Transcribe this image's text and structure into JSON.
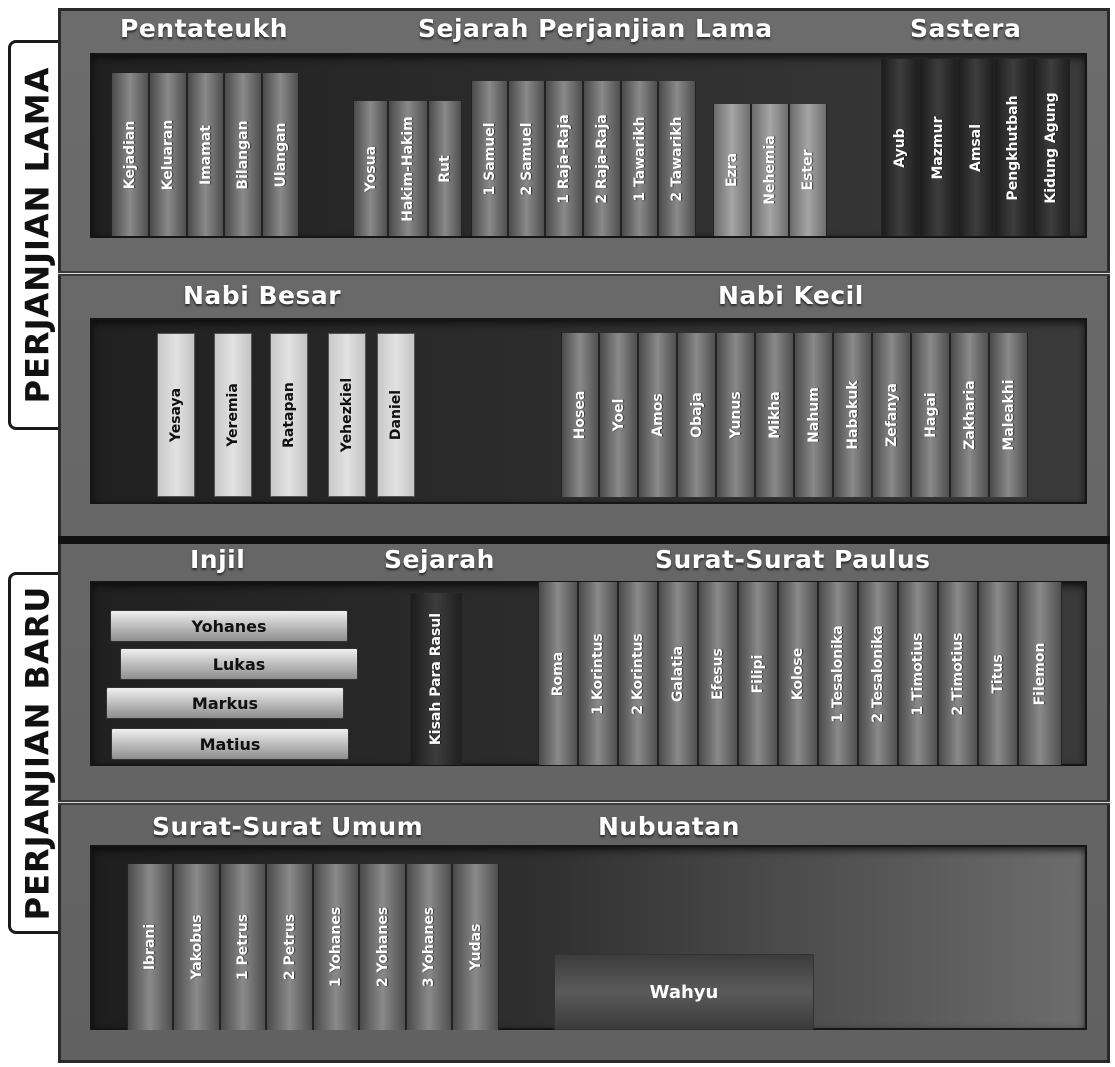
{
  "side_labels": {
    "top": "PERJANJIAN LAMA",
    "bottom": "PERJANJIAN BARU"
  },
  "titles": {
    "pentateukh": "Pentateukh",
    "sejarah_pl": "Sejarah Perjanjian Lama",
    "sastera": "Sastera",
    "nabi_besar": "Nabi Besar",
    "nabi_kecil": "Nabi Kecil",
    "injil": "Injil",
    "sejarah_pb": "Sejarah",
    "paulus": "Surat-Surat Paulus",
    "umum": "Surat-Surat Umum",
    "nubuatan": "Nubuatan"
  },
  "books": {
    "pentateukh": [
      "Kejadian",
      "Keluaran",
      "Imamat",
      "Bilangan",
      "Ulangan"
    ],
    "sejarah_pl_a": [
      "Yosua",
      "Hakim-Hakim",
      "Rut"
    ],
    "sejarah_pl_b": [
      "1 Samuel",
      "2 Samuel",
      "1 Raja-Raja",
      "2 Raja-Raja",
      "1 Tawarikh",
      "2 Tawarikh"
    ],
    "sejarah_pl_c": [
      "Ezra",
      "Nehemia",
      "Ester"
    ],
    "sastera": [
      "Ayub",
      "Mazmur",
      "Amsal",
      "Pengkhutbah",
      "Kidung Agung"
    ],
    "nabi_besar": [
      "Yesaya",
      "Yeremia",
      "Ratapan",
      "Yehezkiel",
      "Daniel"
    ],
    "nabi_kecil": [
      "Hosea",
      "Yoel",
      "Amos",
      "Obaja",
      "Yunus",
      "Mikha",
      "Nahum",
      "Habakuk",
      "Zefanya",
      "Hagai",
      "Zakharia",
      "Maleakhi"
    ],
    "injil": [
      "Yohanes",
      "Lukas",
      "Markus",
      "Matius"
    ],
    "sejarah_pb": [
      "Kisah Para Rasul"
    ],
    "paulus": [
      "Roma",
      "1 Korintus",
      "2 Korintus",
      "Galatia",
      "Efesus",
      "Filipi",
      "Kolose",
      "1 Tesalonika",
      "2 Tesalonika",
      "1 Timotius",
      "2 Timotius",
      "Titus",
      "Filemon"
    ],
    "umum": [
      "Ibrani",
      "Yakobus",
      "1 Petrus",
      "2 Petrus",
      "1 Yohanes",
      "2 Yohanes",
      "3 Yohanes",
      "Yudas"
    ],
    "nubuatan": [
      "Wahyu"
    ]
  }
}
